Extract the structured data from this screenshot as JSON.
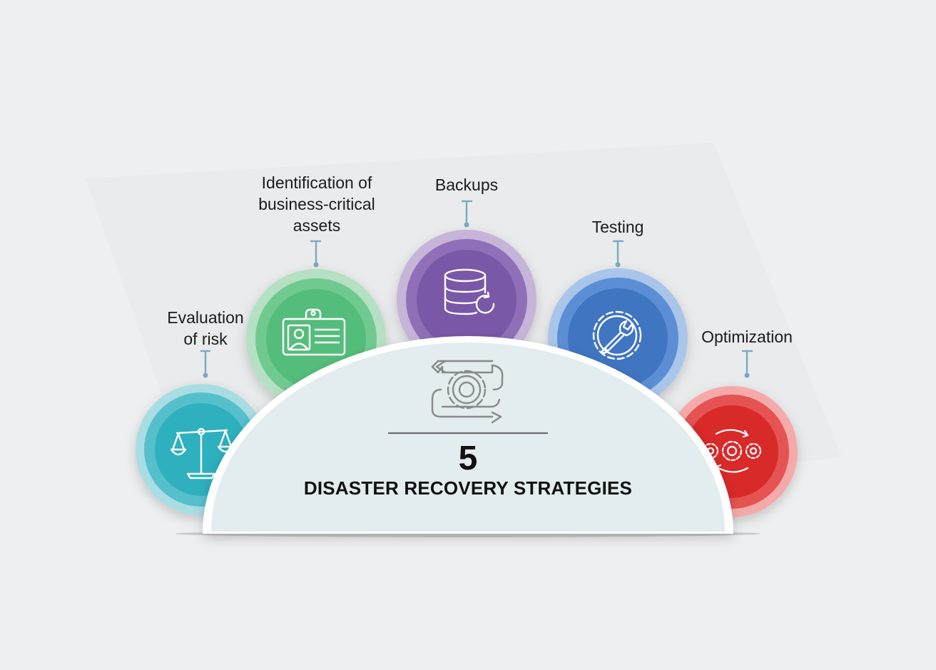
{
  "center": {
    "number": "5",
    "title": "DISASTER RECOVERY STRATEGIES",
    "icon": "gear-cycle-arrows-icon"
  },
  "strategies": [
    {
      "lines": [
        "Evaluation",
        "of risk"
      ],
      "icon": "scales-icon",
      "color_outer": "#a8dde3",
      "color_mid": "#55c0cc",
      "color_inner": "#2fb0bf"
    },
    {
      "lines": [
        "Identification of",
        "business-critical",
        "assets"
      ],
      "icon": "id-card-icon",
      "color_outer": "#b5e0c3",
      "color_mid": "#6fca8f",
      "color_inner": "#55bd7b"
    },
    {
      "lines": [
        "Backups"
      ],
      "icon": "database-refresh-icon",
      "color_outer": "#c7b4d9",
      "color_mid": "#8f6fb8",
      "color_inner": "#7a58a8"
    },
    {
      "lines": [
        "Testing"
      ],
      "icon": "gear-wrench-icon",
      "color_outer": "#a9c5ea",
      "color_mid": "#5b8ed6",
      "color_inner": "#3f74c2"
    },
    {
      "lines": [
        "Optimization"
      ],
      "icon": "gears-cycle-icon",
      "color_outer": "#f5aaaa",
      "color_mid": "#e65353",
      "color_inner": "#d92a2a"
    }
  ],
  "colors": {
    "background": "#eeeff0",
    "dome_fill": "#e3ecee",
    "dome_border": "#ffffff",
    "connector": "#7aa9bd",
    "text": "#1b1b1b"
  }
}
